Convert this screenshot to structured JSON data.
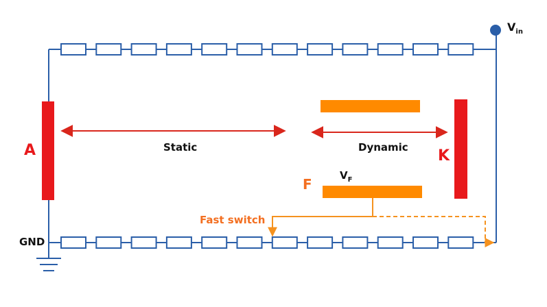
{
  "labels": {
    "vin_main": "V",
    "vin_sub": "in",
    "anode": "A",
    "cathode": "K",
    "focus": "F",
    "vf_main": "V",
    "vf_sub": "F",
    "static": "Static",
    "dynamic": "Dynamic",
    "fast_switch": "Fast switch",
    "ground": "GND"
  },
  "colors": {
    "wire": "#2a5ea8",
    "electrode": "#e8191c",
    "focus_plate": "#ff8a00",
    "arrow": "#d9261c",
    "orange_line": "#f5921f",
    "text_orange": "#f36f21",
    "text_red": "#e8191c",
    "text_black": "#111111"
  },
  "resistor_chain": {
    "top_count": 12,
    "bottom_count": 12
  }
}
